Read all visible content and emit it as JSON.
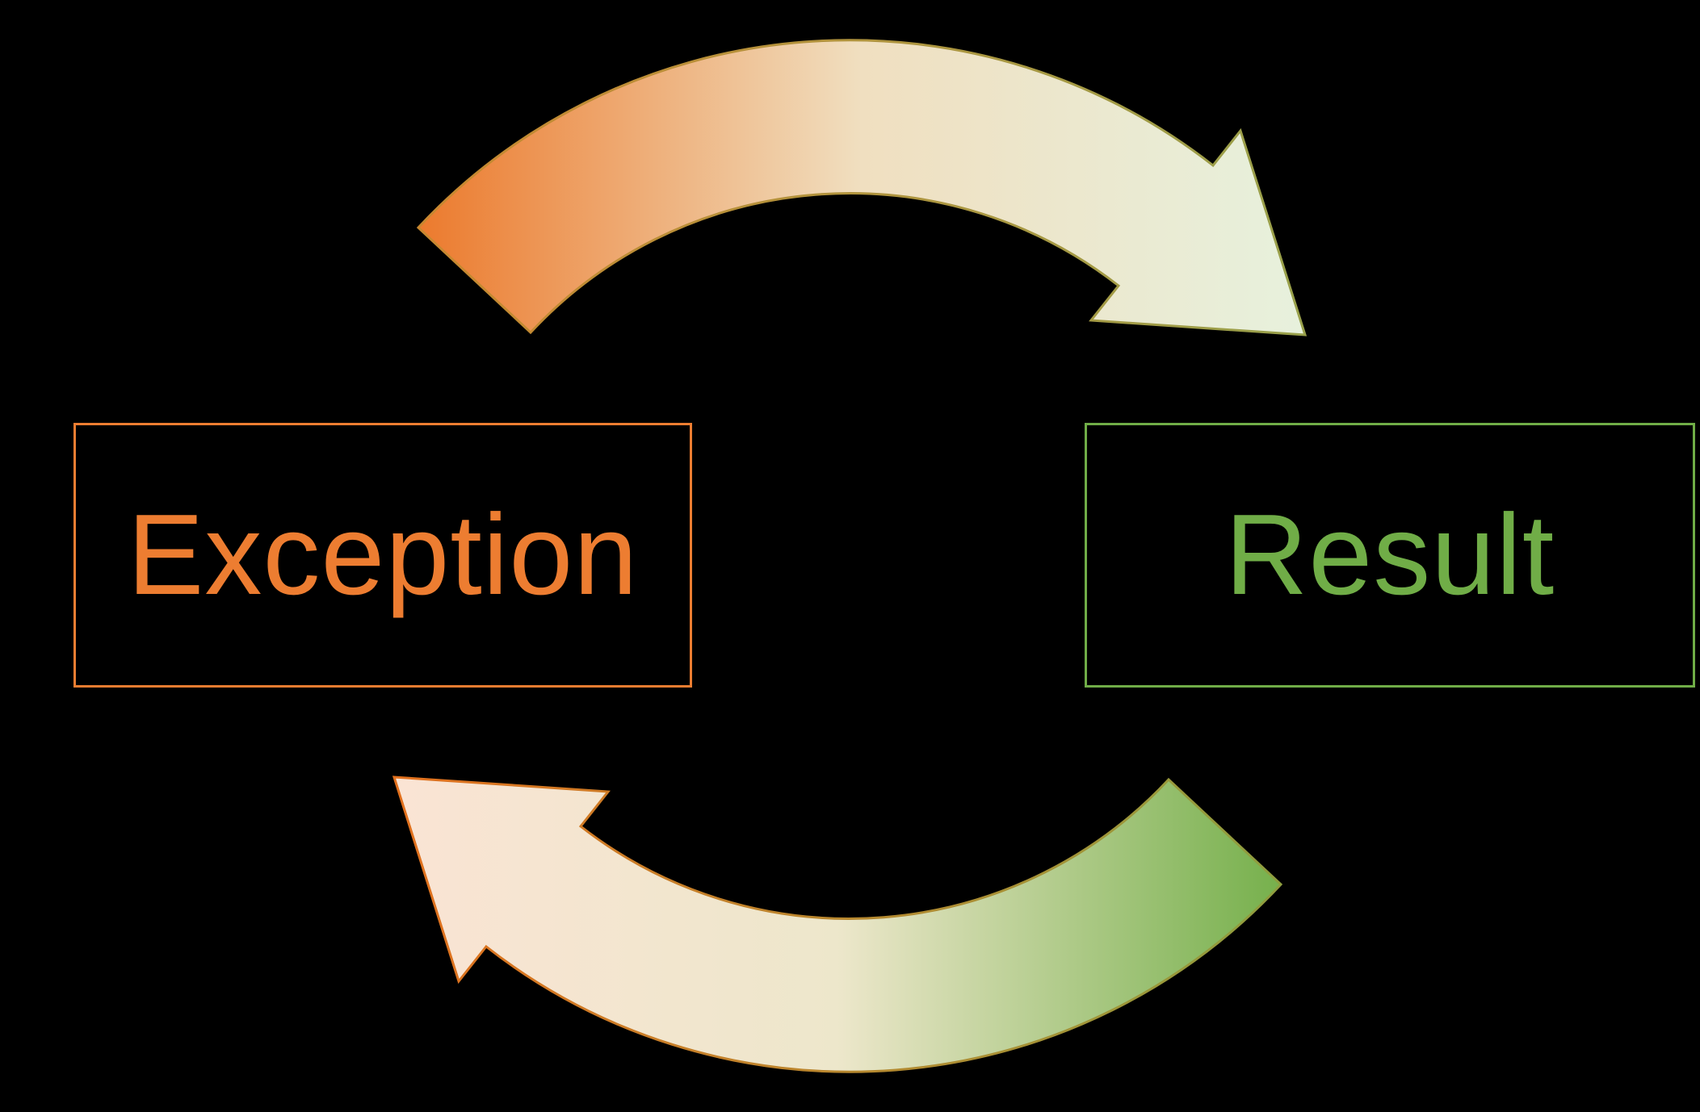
{
  "page": {
    "background": "#000000"
  },
  "diagram": {
    "type": "cycle",
    "nodes": {
      "exception": {
        "label": "Exception",
        "text_color": "#ED7D31",
        "border_color": "#ED7D31"
      },
      "result": {
        "label": "Result",
        "text_color": "#70AD47",
        "border_color": "#70AD47"
      }
    },
    "arrows": {
      "top": {
        "name": "exception-to-result-arrow",
        "gradient": [
          "#EC7A2D",
          "#F0DFC0",
          "#E7F1DD"
        ],
        "stroke": [
          "#C8872F",
          "#98A04B"
        ]
      },
      "bottom": {
        "name": "result-to-exception-arrow",
        "gradient": [
          "#FAE4D4",
          "#EDE7CB",
          "#76B04C"
        ],
        "stroke": [
          "#E2701D",
          "#8E9E3F"
        ]
      }
    }
  }
}
